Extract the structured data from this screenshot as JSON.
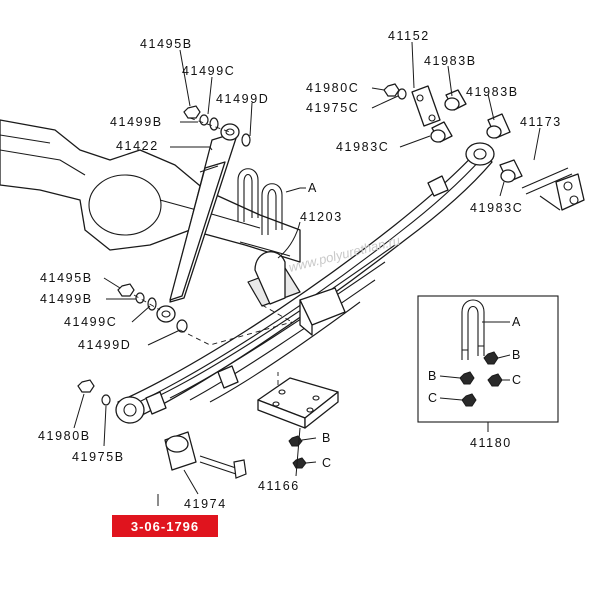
{
  "labels": {
    "p41495B_top": "41495B",
    "p41499C_top": "41499C",
    "p41499B_top": "41499B",
    "p41499D_top": "41499D",
    "p41422": "41422",
    "pA_ubolt": "A",
    "p41203": "41203",
    "p41495B_bot": "41495B",
    "p41499B_bot": "41499B",
    "p41499C_bot": "41499C",
    "p41499D_bot": "41499D",
    "p41152": "41152",
    "p41983B_1": "41983B",
    "p41980C_top": "41980C",
    "p41975C": "41975C",
    "p41983B_2": "41983B",
    "p41173": "41173",
    "p41983C_1": "41983C",
    "p41983C_2": "41983C",
    "p41980B": "41980B",
    "p41975B": "41975B",
    "p41974": "41974",
    "p41166": "41166",
    "pB_plate": "B",
    "pC_plate": "C",
    "p41180": "41180",
    "kitA": "A",
    "kitB1": "B",
    "kitB2": "B",
    "kitC1": "C",
    "kitC2": "C"
  },
  "badge": "3-06-1796",
  "watermark": "www.polyurethan.ru",
  "colors": {
    "badge_bg": "#e0141e",
    "line": "#1a1a1a"
  }
}
